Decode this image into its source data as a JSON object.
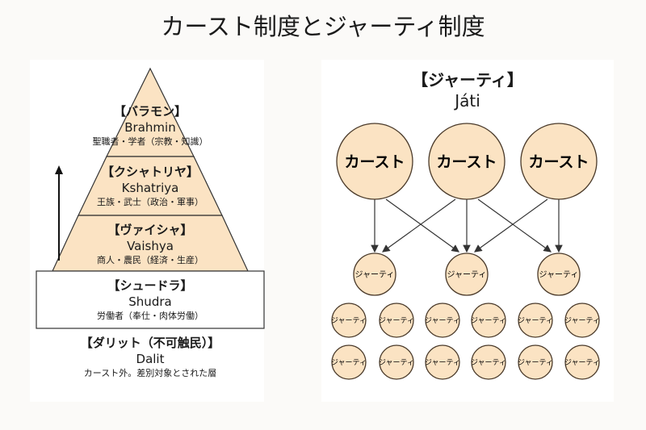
{
  "title": "カースト制度とジャーティ制度",
  "pyramid": {
    "tiers": [
      {
        "jp": "【バラモン】",
        "en": "Brahmin",
        "desc": "聖職者・学者（宗教・知識）"
      },
      {
        "jp": "【クシャトリヤ】",
        "en": "Kshatriya",
        "desc": "王族・武士（政治・軍事）"
      },
      {
        "jp": "【ヴァイシャ】",
        "en": "Vaishya",
        "desc": "商人・農民（経済・生産）"
      },
      {
        "jp": "【シュードラ】",
        "en": "Shudra",
        "desc": "労働者（奉仕・肉体労働）"
      },
      {
        "jp": "【ダリット（不可触民）】",
        "en": "Dalit",
        "desc": "カースト外。差別対象とされた層"
      }
    ]
  },
  "jati_diagram": {
    "title_jp": "【ジャーティ】",
    "title_en": "Játi",
    "caste_label": "カースト",
    "jati_label": "ジャーティ",
    "colors": {
      "fill": "#fbe3c3",
      "stroke": "#4a3a2a",
      "pyramid_fill": "#fbe3c3"
    }
  }
}
